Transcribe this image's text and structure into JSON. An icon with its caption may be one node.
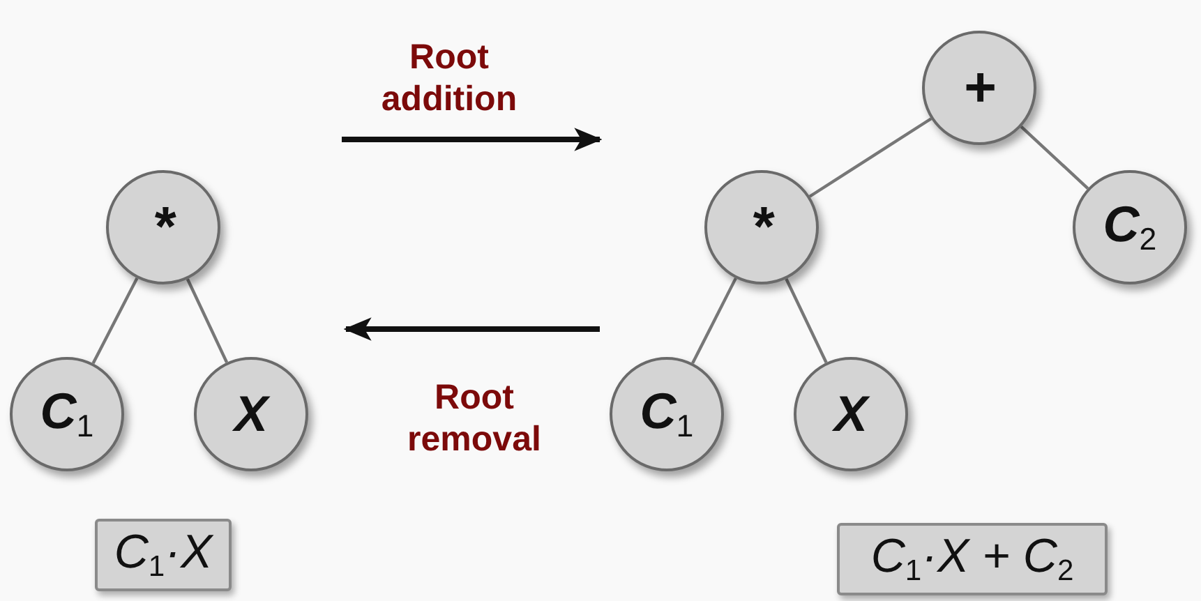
{
  "diagram": {
    "nodes": [
      {
        "text": [
          "*"
        ]
      },
      {
        "text": [
          "C$_{1}$"
        ]
      },
      {
        "text": [
          "X"
        ]
      },
      {
        "text": [
          "C$_{1}$·X"
        ]
      },
      {
        "text": [
          "+"
        ]
      },
      {
        "text": [
          "*"
        ]
      },
      {
        "text": [
          "C$_{2}$"
        ]
      },
      {
        "text": [
          "C$_{1}$"
        ]
      },
      {
        "text": [
          "X"
        ]
      },
      {
        "text": [
          "C$_{1}$·X + C$_{2}$"
        ]
      }
    ],
    "edges": [
      {
        "from": 0,
        "to": 1,
        "arrow": "none"
      },
      {
        "from": 0,
        "to": 2,
        "arrow": "none"
      },
      {
        "from": 4,
        "to": 5,
        "arrow": "none"
      },
      {
        "from": 4,
        "to": 6,
        "arrow": "none"
      },
      {
        "from": 5,
        "to": 7,
        "arrow": "none"
      },
      {
        "from": 5,
        "to": 8,
        "arrow": "none"
      }
    ],
    "labels": [
      "Root addition",
      "Root removal"
    ]
  }
}
